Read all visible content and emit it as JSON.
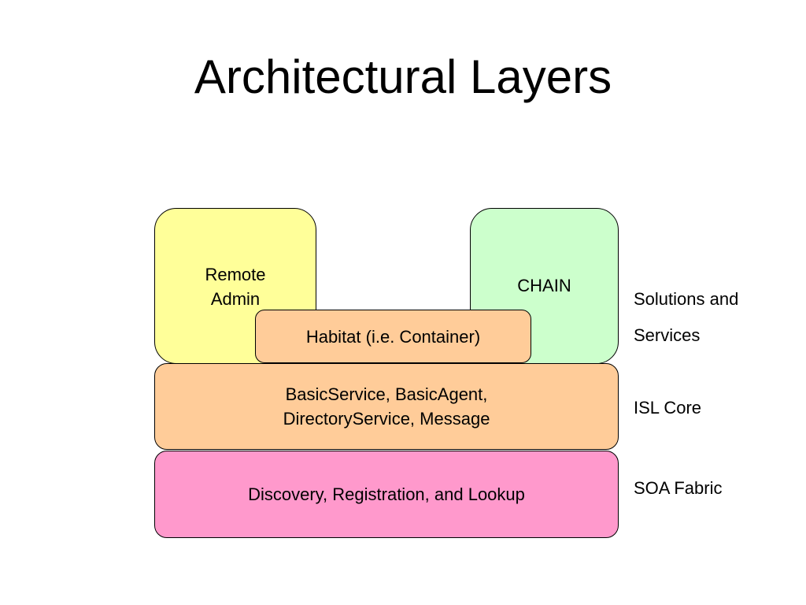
{
  "slide": {
    "title": "Architectural Layers"
  },
  "colors": {
    "remote_admin": "#ffff99",
    "chain": "#ccffcc",
    "habitat": "#ffcc99",
    "isl_core": "#ffcc99",
    "soa_fabric": "#ff99cc"
  },
  "boxes": {
    "remote_admin": "Remote Admin",
    "chain": "CHAIN",
    "habitat": "Habitat (i.e. Container)",
    "isl_core": "BasicService, BasicAgent, DirectoryService, Message",
    "soa_fabric": "Discovery, Registration, and Lookup"
  },
  "layer_labels": {
    "solutions": "Solutions and Services",
    "isl_core": "ISL Core",
    "soa_fabric": "SOA Fabric"
  }
}
